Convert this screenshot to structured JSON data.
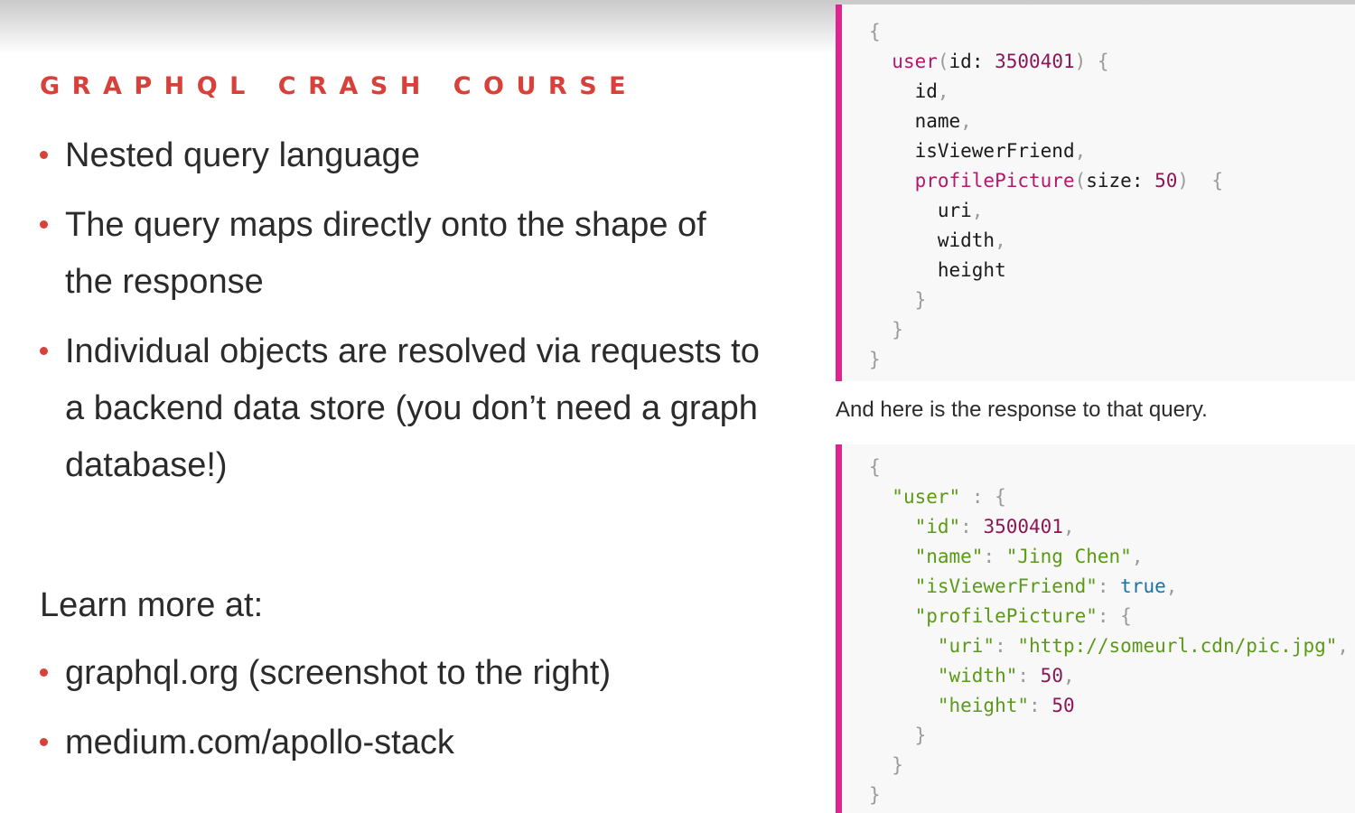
{
  "slide": {
    "title": "GRAPHQL CRASH COURSE",
    "bullets": [
      "Nested query language",
      "The query maps directly onto the shape of the response",
      "Individual objects are resolved via requests to a backend data store (you don’t need a graph database!)"
    ],
    "learn_more_label": "Learn more at:",
    "links": [
      "graphql.org (screenshot to the right)",
      "medium.com/apollo-stack"
    ]
  },
  "query": {
    "root_field": "user",
    "id_arg_name": "id",
    "id_value": "3500401",
    "fields": [
      "id",
      "name",
      "isViewerFriend"
    ],
    "nested_field": "profilePicture",
    "size_arg_name": "size",
    "size_value": "50",
    "nested_fields": [
      "uri",
      "width",
      "height"
    ]
  },
  "caption": "And here is the response to that query.",
  "response": {
    "user_key": "\"user\"",
    "id_key": "\"id\"",
    "id_value": "3500401",
    "name_key": "\"name\"",
    "name_value": "\"Jing Chen\"",
    "friend_key": "\"isViewerFriend\"",
    "friend_value": "true",
    "picture_key": "\"profilePicture\"",
    "uri_key": "\"uri\"",
    "uri_value": "\"http://someurl.cdn/pic.jpg\"",
    "width_key": "\"width\"",
    "width_value": "50",
    "height_key": "\"height\"",
    "height_value": "50"
  },
  "colors": {
    "accent_red": "#d8403a",
    "panel_border": "#e0238f",
    "keyword": "#b5176b",
    "string": "#5a9a17",
    "boolean": "#1973a5"
  }
}
